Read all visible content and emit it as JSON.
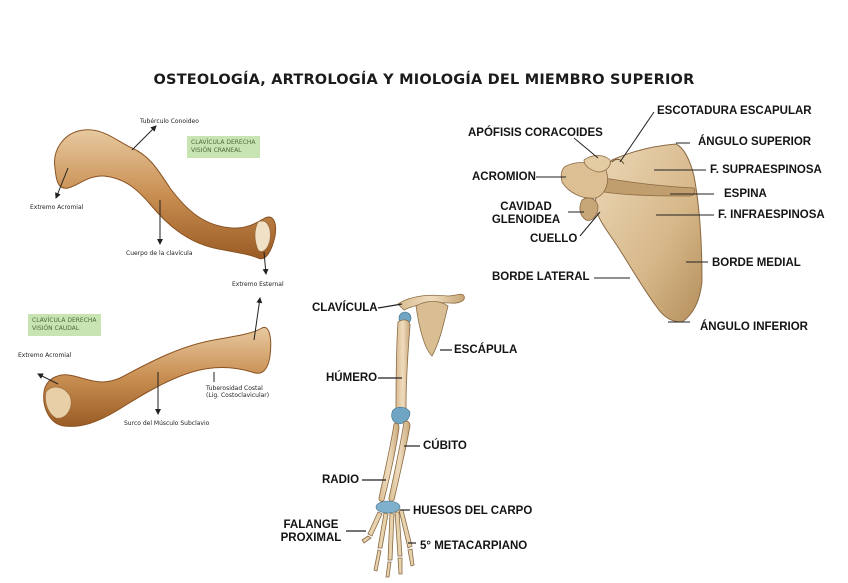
{
  "title": "OSTEOLOGÍA, ARTROLOGÍA Y MIOLOGÍA DEL MIEMBRO SUPERIOR",
  "clavicle_top": {
    "tag_line1": "CLAVÍCULA DERECHA",
    "tag_line2": "VISIÓN CRANEAL",
    "tuberculo": "Tubérculo Conoideo",
    "extremo_acromial": "Extremo Acromial",
    "cuerpo": "Cuerpo de la clavícula",
    "extremo_esternal": "Extremo Esternal"
  },
  "clavicle_bottom": {
    "tag_line1": "CLAVÍCULA DERECHA",
    "tag_line2": "VISIÓN CAUDAL",
    "extremo_acromial": "Extremo Acromial",
    "tuberosidad_line1": "Tuberosidad Costal",
    "tuberosidad_line2": "(Lig. Costoclavicular)",
    "surco": "Surco del Músculo Subclavio"
  },
  "arm": {
    "clavicula": "CLAVÍCULA",
    "escapula": "ESCÁPULA",
    "humero": "HÚMERO",
    "cubito": "CÚBITO",
    "radio": "RADIO",
    "carpo": "HUESOS DEL CARPO",
    "falange_line1": "FALANGE",
    "falange_line2": "PROXIMAL",
    "metacarpiano": "5° METACARPIANO"
  },
  "scapula": {
    "escotadura": "ESCOTADURA ESCAPULAR",
    "apofisis": "APÓFISIS CORACOIDES",
    "angulo_superior": "ÁNGULO SUPERIOR",
    "acromion": "ACROMION",
    "supraespinosa": "F. SUPRAESPINOSA",
    "espina": "ESPINA",
    "cavidad_line1": "CAVIDAD",
    "cavidad_line2": "GLENOIDEA",
    "infraespinosa": "F. INFRAESPINOSA",
    "cuello": "CUELLO",
    "borde_medial": "BORDE MEDIAL",
    "borde_lateral": "BORDE LATERAL",
    "angulo_inferior": "ÁNGULO INFERIOR"
  },
  "colors": {
    "bone_light": "#e2c49b",
    "bone_mid": "#c89a64",
    "bone_dark": "#a0652d",
    "cartilage": "#6fa4c2",
    "tag_bg": "#c9e4b3"
  }
}
